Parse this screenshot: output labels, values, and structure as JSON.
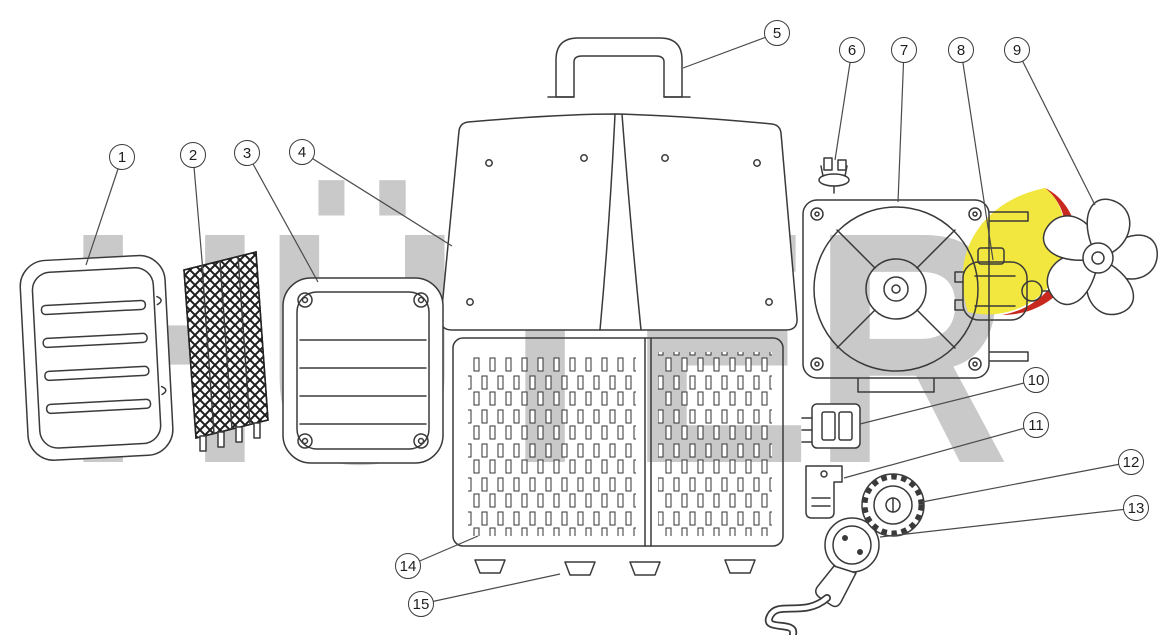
{
  "watermark": {
    "text": "HÜTER"
  },
  "colors": {
    "line": "#3a3a3a",
    "watermark": "#c9c9c9",
    "accent_yellow": "#f2e73e",
    "accent_red": "#c8281e"
  },
  "callouts": [
    {
      "number": "1"
    },
    {
      "number": "2"
    },
    {
      "number": "3"
    },
    {
      "number": "4"
    },
    {
      "number": "5"
    },
    {
      "number": "6"
    },
    {
      "number": "7"
    },
    {
      "number": "8"
    },
    {
      "number": "9"
    },
    {
      "number": "10"
    },
    {
      "number": "11"
    },
    {
      "number": "12"
    },
    {
      "number": "13"
    },
    {
      "number": "14"
    },
    {
      "number": "15"
    }
  ]
}
